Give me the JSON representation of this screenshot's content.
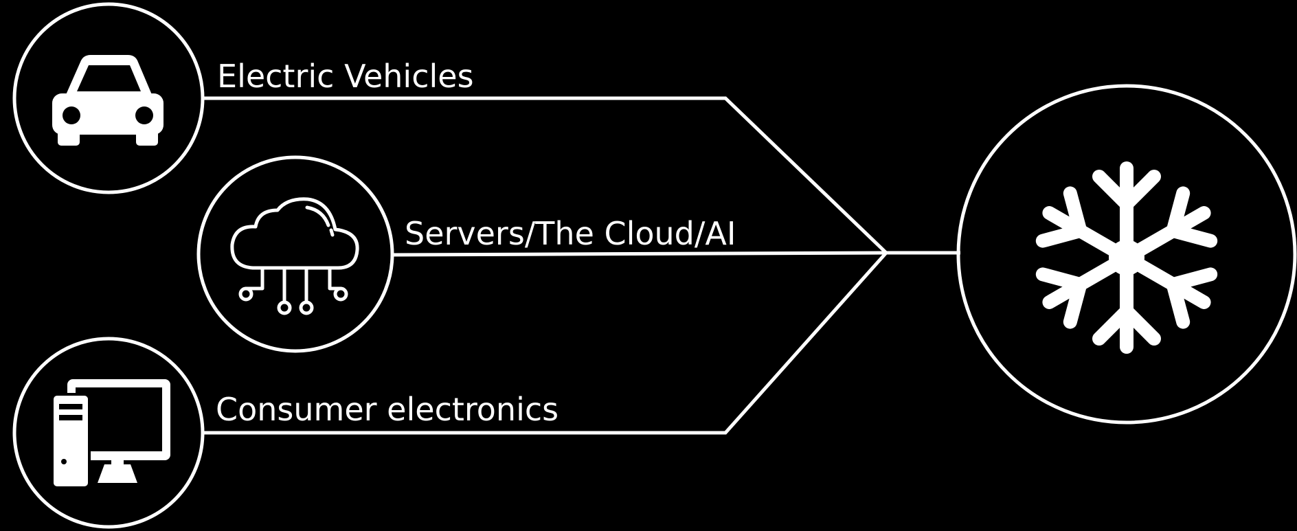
{
  "colors": {
    "background": "#000000",
    "foreground": "#ffffff"
  },
  "sources": [
    {
      "label": "Electric Vehicles",
      "icon": "car-icon"
    },
    {
      "label": "Servers/The Cloud/AI",
      "icon": "cloud-circuit-icon"
    },
    {
      "label": "Consumer electronics",
      "icon": "desktop-computer-icon"
    }
  ],
  "target": {
    "icon": "snowflake-icon"
  }
}
